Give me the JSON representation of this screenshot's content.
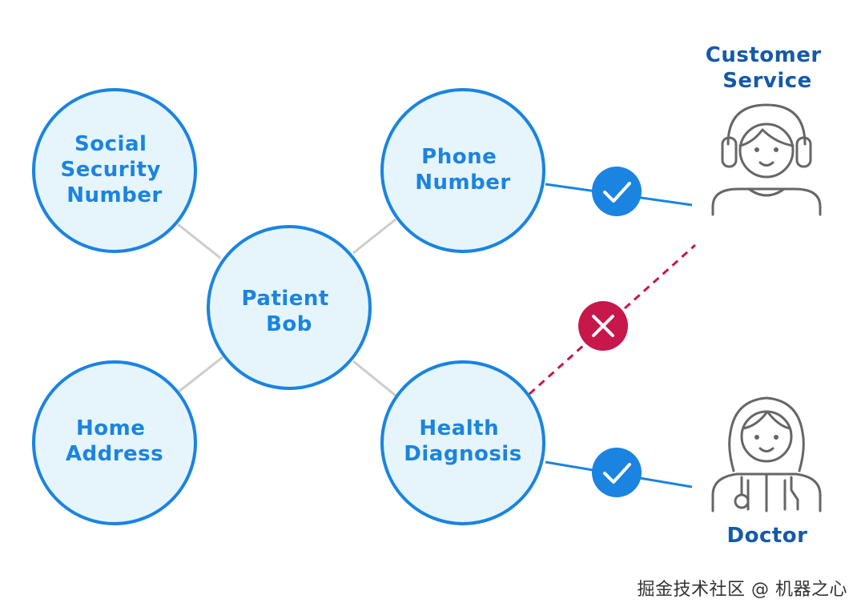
{
  "nodes": {
    "ssn": {
      "lines": [
        "Social",
        "Security",
        "Number"
      ]
    },
    "phone": {
      "lines": [
        "Phone",
        "Number"
      ]
    },
    "patient": {
      "lines": [
        "Patient",
        "Bob"
      ]
    },
    "address": {
      "lines": [
        "Home",
        "Address"
      ]
    },
    "health": {
      "lines": [
        "Health",
        "Diagnosis"
      ]
    }
  },
  "roles": {
    "customer_service": {
      "lines": [
        "Customer",
        "Service"
      ],
      "icon": "headset-person-icon"
    },
    "doctor": {
      "lines": [
        "Doctor"
      ],
      "icon": "doctor-icon"
    }
  },
  "access": {
    "phone_to_customer_service": "allowed",
    "health_to_customer_service": "denied",
    "health_to_doctor": "allowed"
  },
  "colors": {
    "node_fill": "#e6f4fc",
    "node_stroke": "#1a84e0",
    "node_text": "#1a84e0",
    "role_text": "#1659a8",
    "allowed": "#1a84e0",
    "denied": "#c8174a",
    "connector": "#cccccc",
    "icon_stroke": "#666666"
  },
  "watermark": "掘金技术社区 @ 机器之心"
}
